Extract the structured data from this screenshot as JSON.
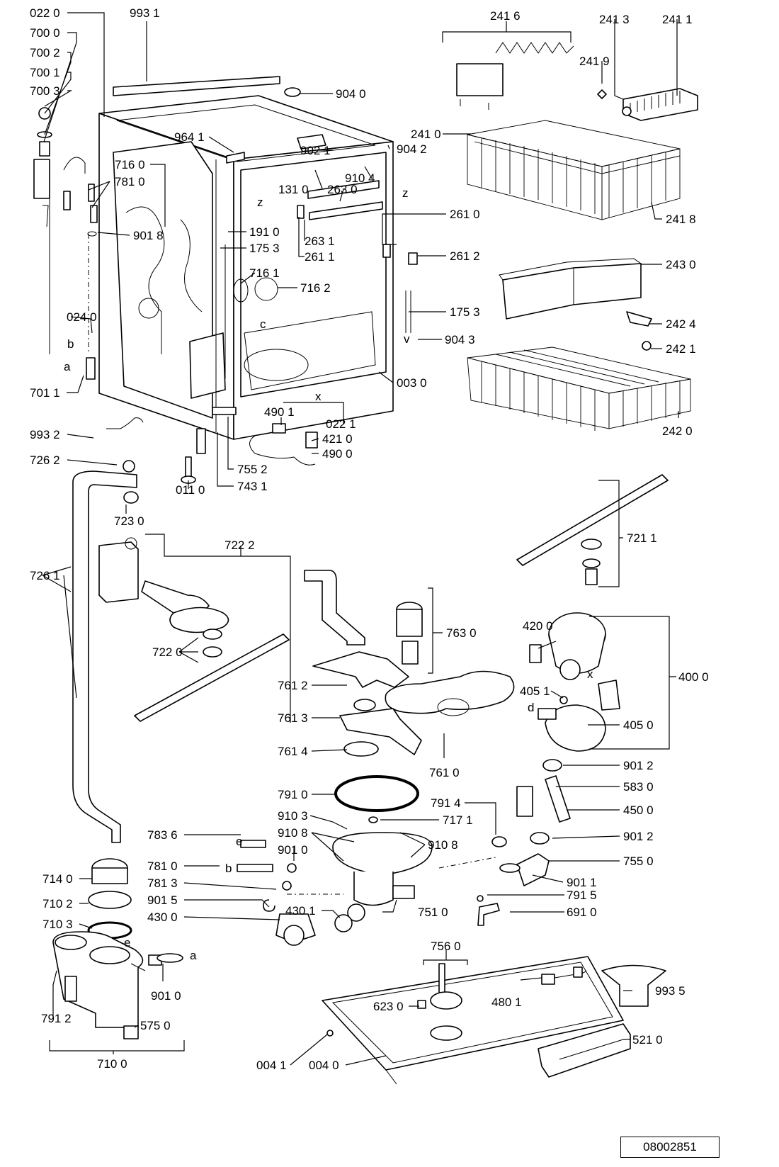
{
  "doc_number": "08002851",
  "labels": [
    {
      "id": "l0220",
      "text": "022 0"
    },
    {
      "id": "l9931",
      "text": "993 1"
    },
    {
      "id": "l7000",
      "text": "700 0"
    },
    {
      "id": "l7002",
      "text": "700 2"
    },
    {
      "id": "l7001",
      "text": "700 1"
    },
    {
      "id": "l7003",
      "text": "700 3"
    },
    {
      "id": "l9040",
      "text": "904 0"
    },
    {
      "id": "l9641",
      "text": "964 1"
    },
    {
      "id": "l9021",
      "text": "902 1"
    },
    {
      "id": "l9042",
      "text": "904 2"
    },
    {
      "id": "l7160",
      "text": "716 0"
    },
    {
      "id": "l7810a",
      "text": "781 0"
    },
    {
      "id": "l9104",
      "text": "910 4"
    },
    {
      "id": "l1310",
      "text": "131 0"
    },
    {
      "id": "l2630",
      "text": "263 0"
    },
    {
      "id": "l2610",
      "text": "261 0"
    },
    {
      "id": "l9018",
      "text": "901 8"
    },
    {
      "id": "l1910",
      "text": "191 0"
    },
    {
      "id": "l2631",
      "text": "263 1"
    },
    {
      "id": "l1753a",
      "text": "175 3"
    },
    {
      "id": "l2611",
      "text": "261 1"
    },
    {
      "id": "l2612",
      "text": "261 2"
    },
    {
      "id": "l7161",
      "text": "716 1"
    },
    {
      "id": "l7162",
      "text": "716 2"
    },
    {
      "id": "l1753b",
      "text": "175 3"
    },
    {
      "id": "l0240",
      "text": "024 0"
    },
    {
      "id": "l9043",
      "text": "904 3"
    },
    {
      "id": "l0030",
      "text": "003 0"
    },
    {
      "id": "l7011",
      "text": "701 1"
    },
    {
      "id": "l4901",
      "text": "490 1"
    },
    {
      "id": "l0221",
      "text": "022 1"
    },
    {
      "id": "l4210",
      "text": "421 0"
    },
    {
      "id": "l4900",
      "text": "490 0"
    },
    {
      "id": "l9932",
      "text": "993 2"
    },
    {
      "id": "l7552",
      "text": "755 2"
    },
    {
      "id": "l7262",
      "text": "726 2"
    },
    {
      "id": "l0110",
      "text": "011 0"
    },
    {
      "id": "l7431",
      "text": "743 1"
    },
    {
      "id": "l2416",
      "text": "241 6"
    },
    {
      "id": "l2413",
      "text": "241 3"
    },
    {
      "id": "l2411",
      "text": "241 1"
    },
    {
      "id": "l2419",
      "text": "241 9"
    },
    {
      "id": "l2410",
      "text": "241 0"
    },
    {
      "id": "l2418",
      "text": "241 8"
    },
    {
      "id": "l2430",
      "text": "243 0"
    },
    {
      "id": "l2424",
      "text": "242 4"
    },
    {
      "id": "l2421",
      "text": "242 1"
    },
    {
      "id": "l2420",
      "text": "242 0"
    },
    {
      "id": "l7230",
      "text": "723 0"
    },
    {
      "id": "l7222",
      "text": "722 2"
    },
    {
      "id": "l7211",
      "text": "721 1"
    },
    {
      "id": "l7261",
      "text": "726 1"
    },
    {
      "id": "l7220",
      "text": "722 0"
    },
    {
      "id": "l7630",
      "text": "763 0"
    },
    {
      "id": "l4200",
      "text": "420 0"
    },
    {
      "id": "l7612",
      "text": "761 2"
    },
    {
      "id": "l4000",
      "text": "400 0"
    },
    {
      "id": "l4051",
      "text": "405 1"
    },
    {
      "id": "l7613",
      "text": "761 3"
    },
    {
      "id": "l4050",
      "text": "405 0"
    },
    {
      "id": "l7614",
      "text": "761 4"
    },
    {
      "id": "l7610",
      "text": "761 0"
    },
    {
      "id": "l9012a",
      "text": "901 2"
    },
    {
      "id": "l7910",
      "text": "791 0"
    },
    {
      "id": "l5830",
      "text": "583 0"
    },
    {
      "id": "l7914",
      "text": "791 4"
    },
    {
      "id": "l4500",
      "text": "450 0"
    },
    {
      "id": "l9103",
      "text": "910 3"
    },
    {
      "id": "l7171",
      "text": "717 1"
    },
    {
      "id": "l7836",
      "text": "783 6"
    },
    {
      "id": "l9108a",
      "text": "910 8"
    },
    {
      "id": "l9108b",
      "text": "910 8"
    },
    {
      "id": "l9012b",
      "text": "901 2"
    },
    {
      "id": "l9010a",
      "text": "901 0"
    },
    {
      "id": "l7550",
      "text": "755 0"
    },
    {
      "id": "l7140",
      "text": "714 0"
    },
    {
      "id": "l7810b",
      "text": "781 0"
    },
    {
      "id": "l9011",
      "text": "901 1"
    },
    {
      "id": "l7102",
      "text": "710 2"
    },
    {
      "id": "l7813",
      "text": "781 3"
    },
    {
      "id": "l7915",
      "text": "791 5"
    },
    {
      "id": "l9015",
      "text": "901 5"
    },
    {
      "id": "l4301",
      "text": "430 1"
    },
    {
      "id": "l7510",
      "text": "751 0"
    },
    {
      "id": "l6910",
      "text": "691 0"
    },
    {
      "id": "l4300",
      "text": "430 0"
    },
    {
      "id": "l7103",
      "text": "710 3"
    },
    {
      "id": "l7560",
      "text": "756 0"
    },
    {
      "id": "l9935",
      "text": "993 5"
    },
    {
      "id": "l4801",
      "text": "480 1"
    },
    {
      "id": "l6230",
      "text": "623 0"
    },
    {
      "id": "l9010b",
      "text": "901 0"
    },
    {
      "id": "l7912",
      "text": "791 2"
    },
    {
      "id": "l5750",
      "text": "575 0"
    },
    {
      "id": "l5210",
      "text": "521 0"
    },
    {
      "id": "l0041",
      "text": "004 1"
    },
    {
      "id": "l0040",
      "text": "004 0"
    },
    {
      "id": "l7100",
      "text": "710 0"
    }
  ],
  "markers": {
    "z1": "z",
    "z2": "z",
    "c": "c",
    "x1": "x",
    "x2": "x",
    "v": "v",
    "a1": "a",
    "b1": "b",
    "a2": "a",
    "b2": "b",
    "d": "d",
    "e1": "e",
    "e2": "e"
  }
}
